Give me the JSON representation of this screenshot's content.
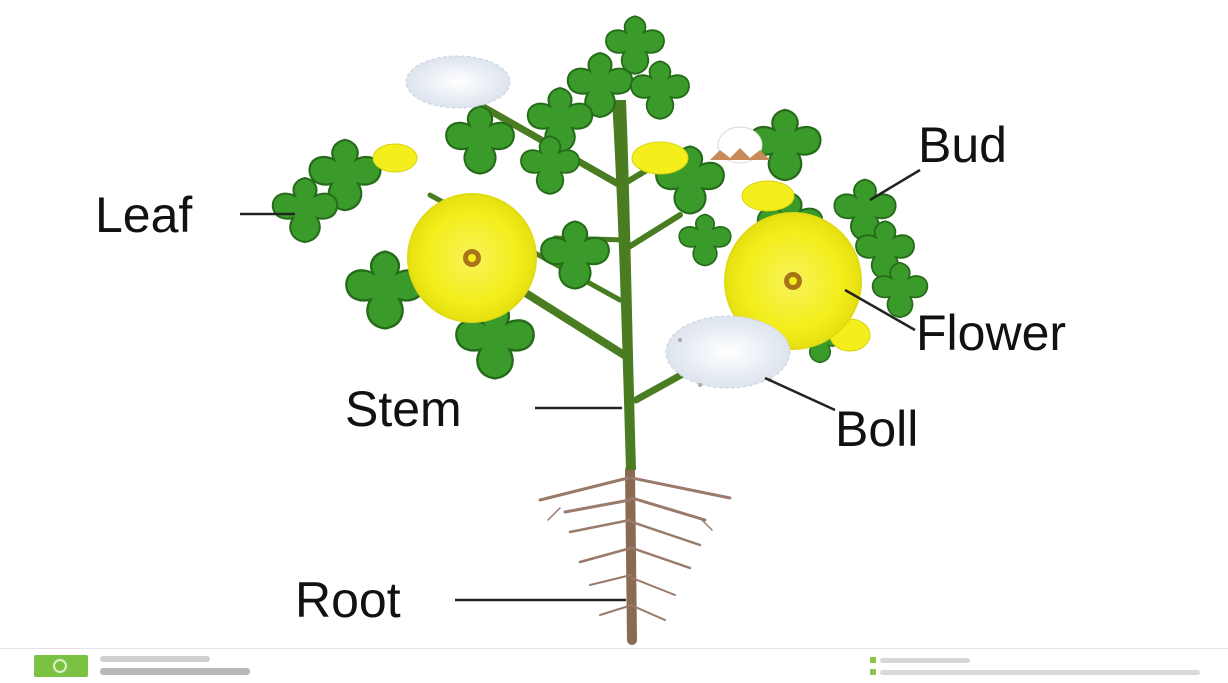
{
  "labels": {
    "leaf": "Leaf",
    "bud": "Bud",
    "flower": "Flower",
    "stem": "Stem",
    "boll": "Boll",
    "root": "Root"
  },
  "colors": {
    "leaf_green": "#3a9a2a",
    "leaf_dark": "#256b1a",
    "stem_green": "#4a7d22",
    "flower_yellow": "#f5f01a",
    "flower_center": "#a8751a",
    "boll_white": "#e8edf5",
    "root_brown": "#9a7a6a",
    "label_text": "#111111",
    "leader_line": "#222222"
  },
  "icons": {
    "watermark_logo": "camera-icon"
  }
}
